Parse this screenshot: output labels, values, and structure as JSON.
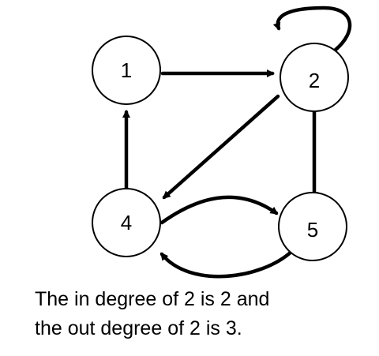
{
  "nodes": [
    {
      "id": "1",
      "label": "1"
    },
    {
      "id": "2",
      "label": "2"
    },
    {
      "id": "4",
      "label": "4"
    },
    {
      "id": "5",
      "label": "5"
    }
  ],
  "edges": [
    {
      "from": "1",
      "to": "2"
    },
    {
      "from": "2",
      "to": "2"
    },
    {
      "from": "2",
      "to": "4"
    },
    {
      "from": "2",
      "to": "5"
    },
    {
      "from": "4",
      "to": "1"
    },
    {
      "from": "4",
      "to": "5"
    },
    {
      "from": "5",
      "to": "4"
    }
  ],
  "caption": {
    "line1": "The in degree of 2 is 2 and",
    "line2": "the out degree of 2 is 3."
  },
  "colors": {
    "stroke": "#000000",
    "background": "#ffffff"
  }
}
